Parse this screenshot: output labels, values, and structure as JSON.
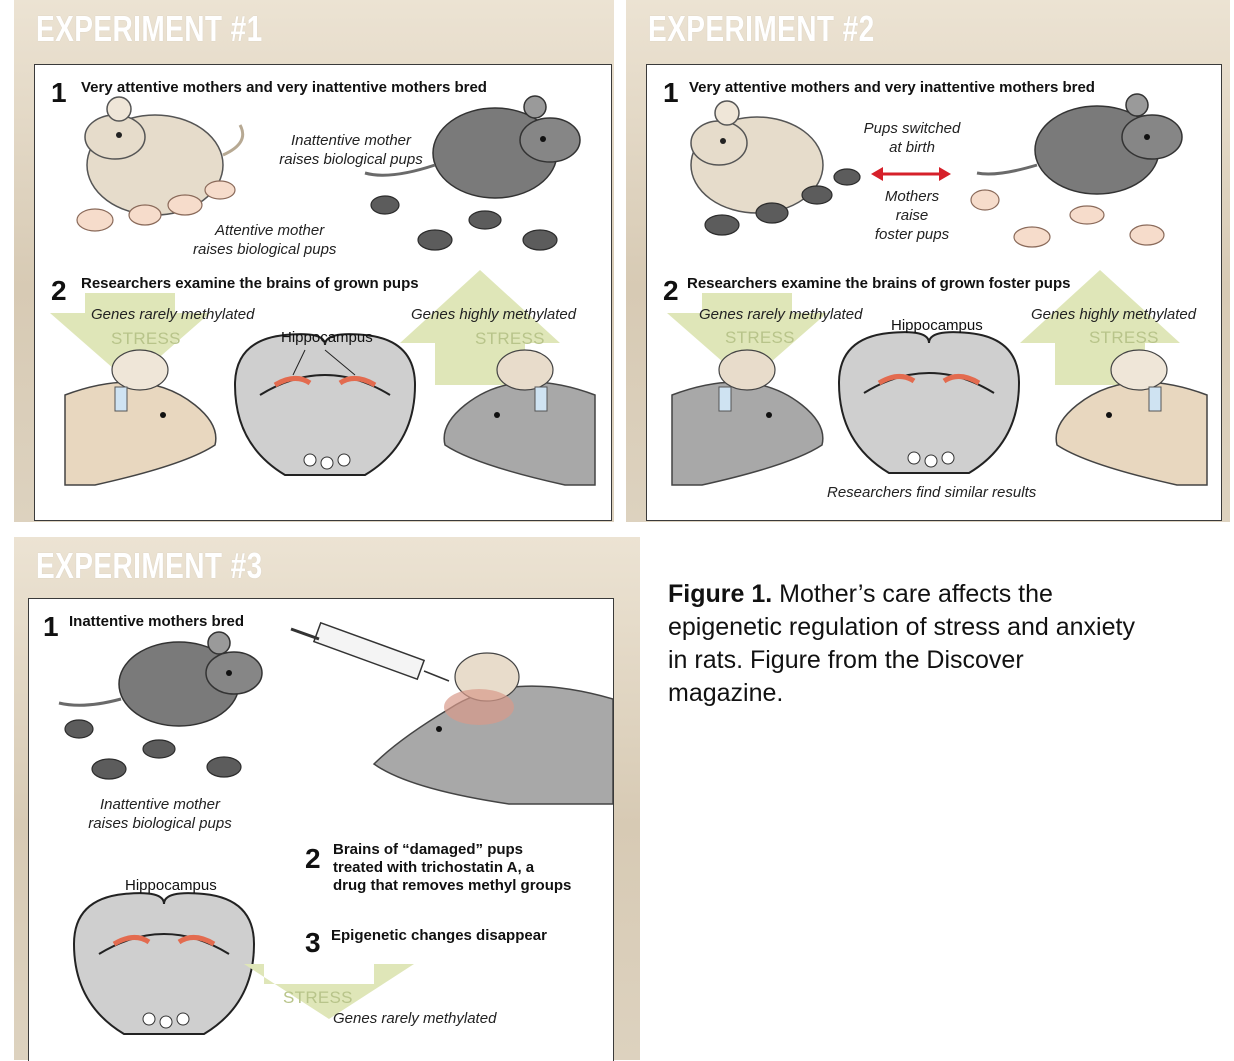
{
  "experiment1": {
    "title": "EXPERIMENT #1",
    "step1_num": "1",
    "step1_text": "Very attentive mothers and very inattentive mothers bred",
    "inattentive_label_l1": "Inattentive mother",
    "inattentive_label_l2": "raises biological pups",
    "attentive_label_l1": "Attentive mother",
    "attentive_label_l2": "raises biological pups",
    "step2_num": "2",
    "step2_text": "Researchers examine the brains of grown pups",
    "left_genes": "Genes rarely methylated",
    "right_genes": "Genes highly methylated",
    "stress_left": "STRESS",
    "stress_right": "STRESS",
    "hippocampus": "Hippocampus"
  },
  "experiment2": {
    "title": "EXPERIMENT #2",
    "step1_num": "1",
    "step1_text": "Very attentive mothers and very inattentive mothers bred",
    "switch_l1": "Pups switched",
    "switch_l2": "at birth",
    "foster_l1": "Mothers",
    "foster_l2": "raise",
    "foster_l3": "foster pups",
    "step2_num": "2",
    "step2_text": "Researchers examine the brains of grown foster pups",
    "left_genes": "Genes rarely methylated",
    "right_genes": "Genes highly methylated",
    "stress_left": "STRESS",
    "stress_right": "STRESS",
    "hippocampus": "Hippocampus",
    "similar": "Researchers find similar results"
  },
  "experiment3": {
    "title": "EXPERIMENT #3",
    "step1_num": "1",
    "step1_text": "Inattentive mothers bred",
    "inattentive_label_l1": "Inattentive mother",
    "inattentive_label_l2": "raises biological pups",
    "step2_num": "2",
    "step2_l1": "Brains of “damaged” pups",
    "step2_l2": "treated with trichostatin A, a",
    "step2_l3": "drug that removes methyl groups",
    "step3_num": "3",
    "step3_text": "Epigenetic changes disappear",
    "hippocampus": "Hippocampus",
    "stress": "STRESS",
    "genes": "Genes rarely methylated"
  },
  "caption": {
    "bold": "Figure 1.",
    "text": " Mother’s care affects the epigenetic regulation of stress and anxiety in rats. Figure from the Discover magazine."
  },
  "colors": {
    "banner": "#ddd0bb",
    "attentive_fur": "#e6dccb",
    "inattentive_fur": "#7a7a7a",
    "pup_pink": "#f6dccb",
    "hippocampus": "#e36b4f",
    "stress_arrow": "#dfe6b8",
    "switch_arrow": "#d6202a"
  }
}
